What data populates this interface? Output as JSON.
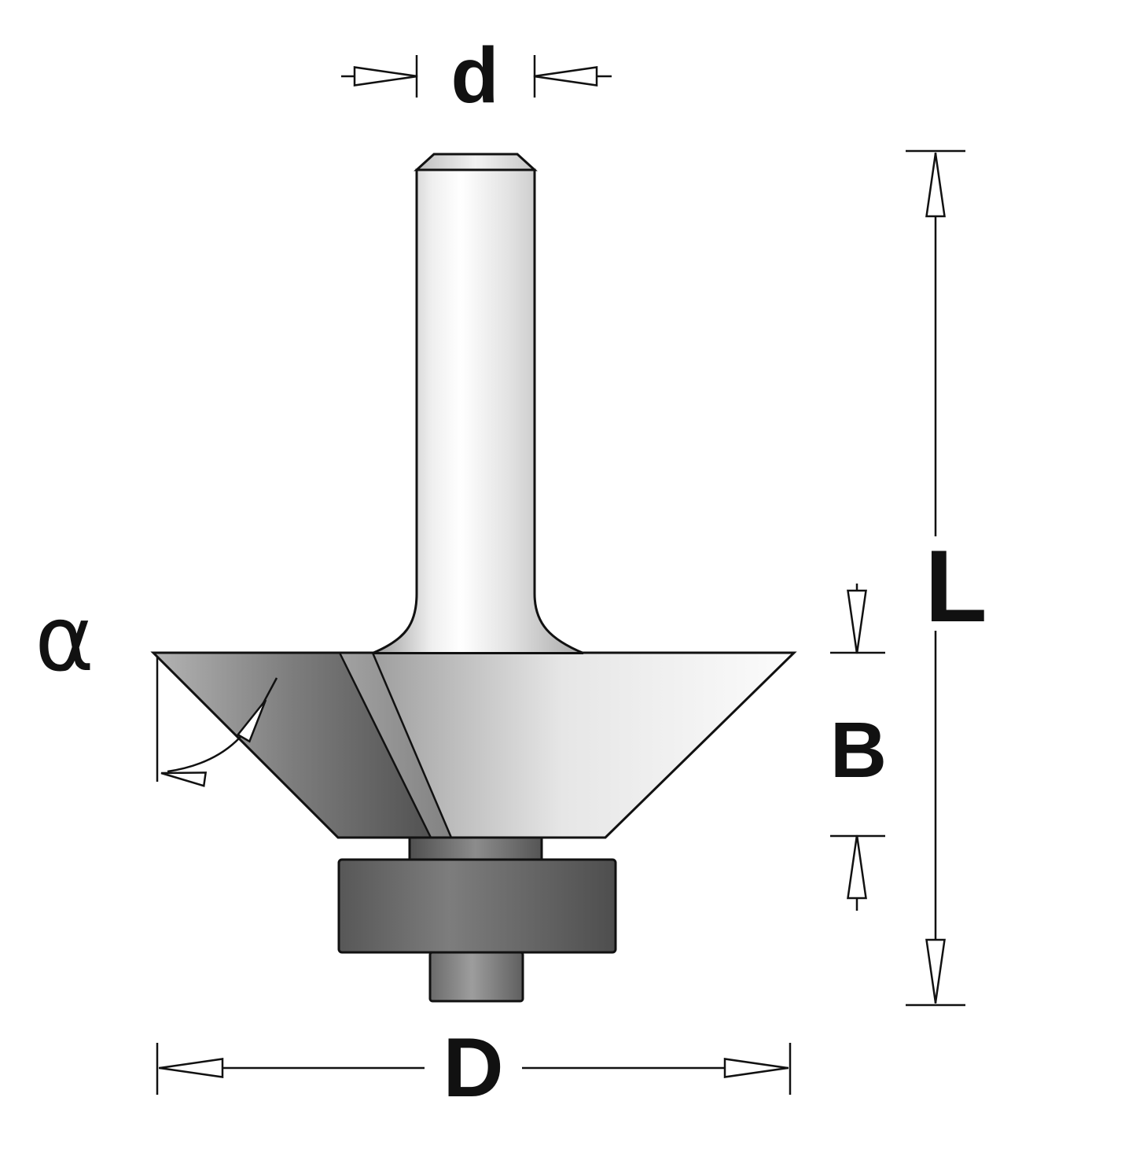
{
  "figure": {
    "name": "Chamfer router bit with pilot bearing — dimension diagram",
    "type": "technical-drawing"
  },
  "labels": {
    "shank_diameter": "d",
    "overall_length": "L",
    "cutting_edge_length": "B",
    "cutting_diameter": "D",
    "angle": "α"
  },
  "colors": {
    "outline": "#111111",
    "background": "#ffffff",
    "metal_light": "#f6f6f6",
    "metal_mid": "#9a9a9a",
    "metal_dark": "#525252",
    "bearing_gray": "#6e6e6e"
  }
}
